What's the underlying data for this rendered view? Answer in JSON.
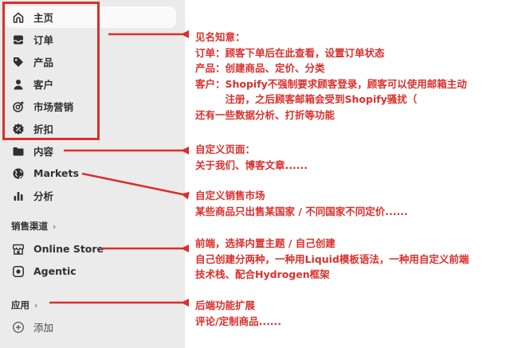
{
  "sidebar": {
    "items": [
      {
        "label": "主页",
        "icon": "home-icon",
        "active": true
      },
      {
        "label": "订单",
        "icon": "inbox-icon"
      },
      {
        "label": "产品",
        "icon": "tag-icon"
      },
      {
        "label": "客户",
        "icon": "person-icon"
      },
      {
        "label": "市场营销",
        "icon": "target-icon"
      },
      {
        "label": "折扣",
        "icon": "discount-icon"
      },
      {
        "label": "内容",
        "icon": "folder-icon"
      },
      {
        "label": "Markets",
        "icon": "globe-icon"
      },
      {
        "label": "分析",
        "icon": "bar-chart-icon"
      }
    ],
    "sales_channels": {
      "header": "销售渠道",
      "items": [
        {
          "label": "Online Store",
          "icon": "store-icon"
        },
        {
          "label": "Agentic",
          "icon": "agentic-icon"
        }
      ]
    },
    "apps": {
      "header": "应用",
      "add_label": "添加",
      "add_icon": "plus-circle-icon"
    }
  },
  "notes": {
    "n1": {
      "lines": [
        "见名知意：",
        "订单：顾客下单后在此查看，设置订单状态",
        "产品：创建商品、定价、分类",
        "客户：Shopify不强制要求顾客登录，顾客可以使用邮箱主动",
        "　　　注册，之后顾客邮箱会受到Shopify骚扰（",
        "还有一些数据分析、打折等功能"
      ]
    },
    "n2": {
      "lines": [
        "自定义页面：",
        "关于我们、博客文章......"
      ]
    },
    "n3": {
      "lines": [
        "自定义销售市场",
        "某些商品只出售某国家 / 不同国家不同定价......"
      ]
    },
    "n4": {
      "lines": [
        "前端，选择内置主题 / 自己创建",
        "自己创建分两种，一种用Liquid模板语法，一种用自定义前端",
        "技术栈、配合Hydrogen框架"
      ]
    },
    "n5": {
      "lines": [
        "后端功能扩展",
        "评论/定制商品......"
      ]
    }
  },
  "colors": {
    "annotation": "#d9302c",
    "sidebar_bg": "#ebebeb",
    "active_bg": "#fafafa",
    "text": "#303030"
  }
}
